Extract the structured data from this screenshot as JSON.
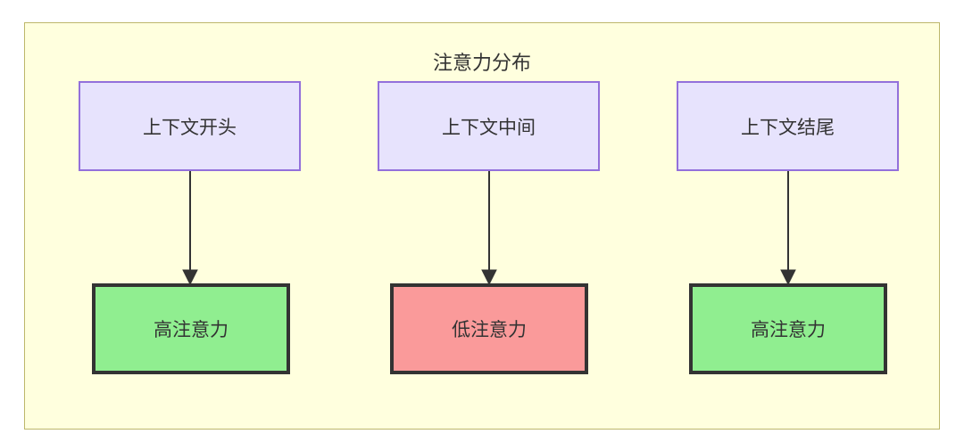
{
  "diagram": {
    "title": "注意力分布",
    "background_color": "#ffffde",
    "border_color": "#bdb76b",
    "top_nodes": [
      {
        "label": "上下文开头",
        "fill": "#e7e3fd",
        "stroke": "#9370db"
      },
      {
        "label": "上下文中间",
        "fill": "#e7e3fd",
        "stroke": "#9370db"
      },
      {
        "label": "上下文结尾",
        "fill": "#e7e3fd",
        "stroke": "#9370db"
      }
    ],
    "bottom_nodes": [
      {
        "label": "高注意力",
        "fill": "#90ee90",
        "stroke": "#333333",
        "state": "high"
      },
      {
        "label": "低注意力",
        "fill": "#fa9a9a",
        "stroke": "#333333",
        "state": "low"
      },
      {
        "label": "高注意力",
        "fill": "#90ee90",
        "stroke": "#333333",
        "state": "high"
      }
    ],
    "edges": [
      {
        "from": "上下文开头",
        "to": "高注意力",
        "label": ""
      },
      {
        "from": "上下文中间",
        "to": "低注意力",
        "label": ""
      },
      {
        "from": "上下文结尾",
        "to": "高注意力",
        "label": ""
      }
    ]
  }
}
